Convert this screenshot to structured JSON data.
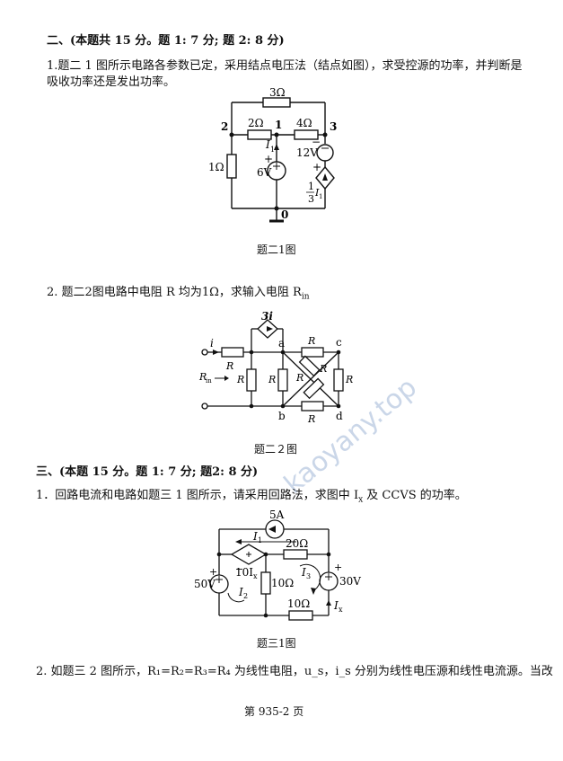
{
  "section2": {
    "heading": "二、(本题共 15 分。题 1: 7 分; 题 2: 8 分)",
    "q1_line1": "1.题二 1 图所示电路各参数已定，采用结点电压法（结点如图），求受控源的功率，并判断是",
    "q1_line2": "吸收功率还是发出功率。",
    "fig1_caption": "题二1图",
    "q2_text": "2. 题二2图电路中电阻 R 均为1Ω，求输入电阻 R",
    "q2_sub": "in",
    "fig2_caption": "题二２图"
  },
  "section3": {
    "heading": "三、(本题 15 分。题 1: 7 分; 题2: 8 分)",
    "q1_text": "1．回路电流和电路如题三 1 图所示，请采用回路法，求图中 I",
    "q1_sub": "x",
    "q1_tail": " 及 CCVS 的功率。",
    "fig_caption": "题三1图",
    "q2_text": "2. 如题三 2 图所示，R₁=R₂=R₃=R₄ 为线性电阻，u_s，i_s 分别为线性电压源和线性电流源。当改"
  },
  "fig1": {
    "r_top": "3Ω",
    "r_21": "2Ω",
    "r_13": "4Ω",
    "r_left": "1Ω",
    "node2": "2",
    "node1": "1",
    "node3": "3",
    "node0": "0",
    "v6": "6V",
    "v12": "12V",
    "i1": "I",
    "i1_sub": "1",
    "ccs_num": "1",
    "ccs_den": "3",
    "ccs_var": "I",
    "ccs_sub": "1",
    "plus": "+",
    "minus": "−"
  },
  "fig2": {
    "ccs": "3i",
    "i": "i",
    "rin": "R",
    "rin_sub": "in",
    "R": "R",
    "a": "a",
    "b": "b",
    "c": "c",
    "d": "d"
  },
  "fig3": {
    "cs": "5A",
    "r20": "20Ω",
    "r10a": "10Ω",
    "r10b": "10Ω",
    "v50": "50V",
    "v30": "30V",
    "ccvs": "10I",
    "ccvs_sub": "x",
    "I1": "I",
    "I1s": "1",
    "I2": "I",
    "I2s": "2",
    "I3": "I",
    "I3s": "3",
    "Ix": "I",
    "Ixs": "x",
    "plus": "+",
    "minus": "−"
  },
  "footer": {
    "page": "第 935-2 页"
  },
  "watermark": {
    "url": "kaoyany.top"
  }
}
